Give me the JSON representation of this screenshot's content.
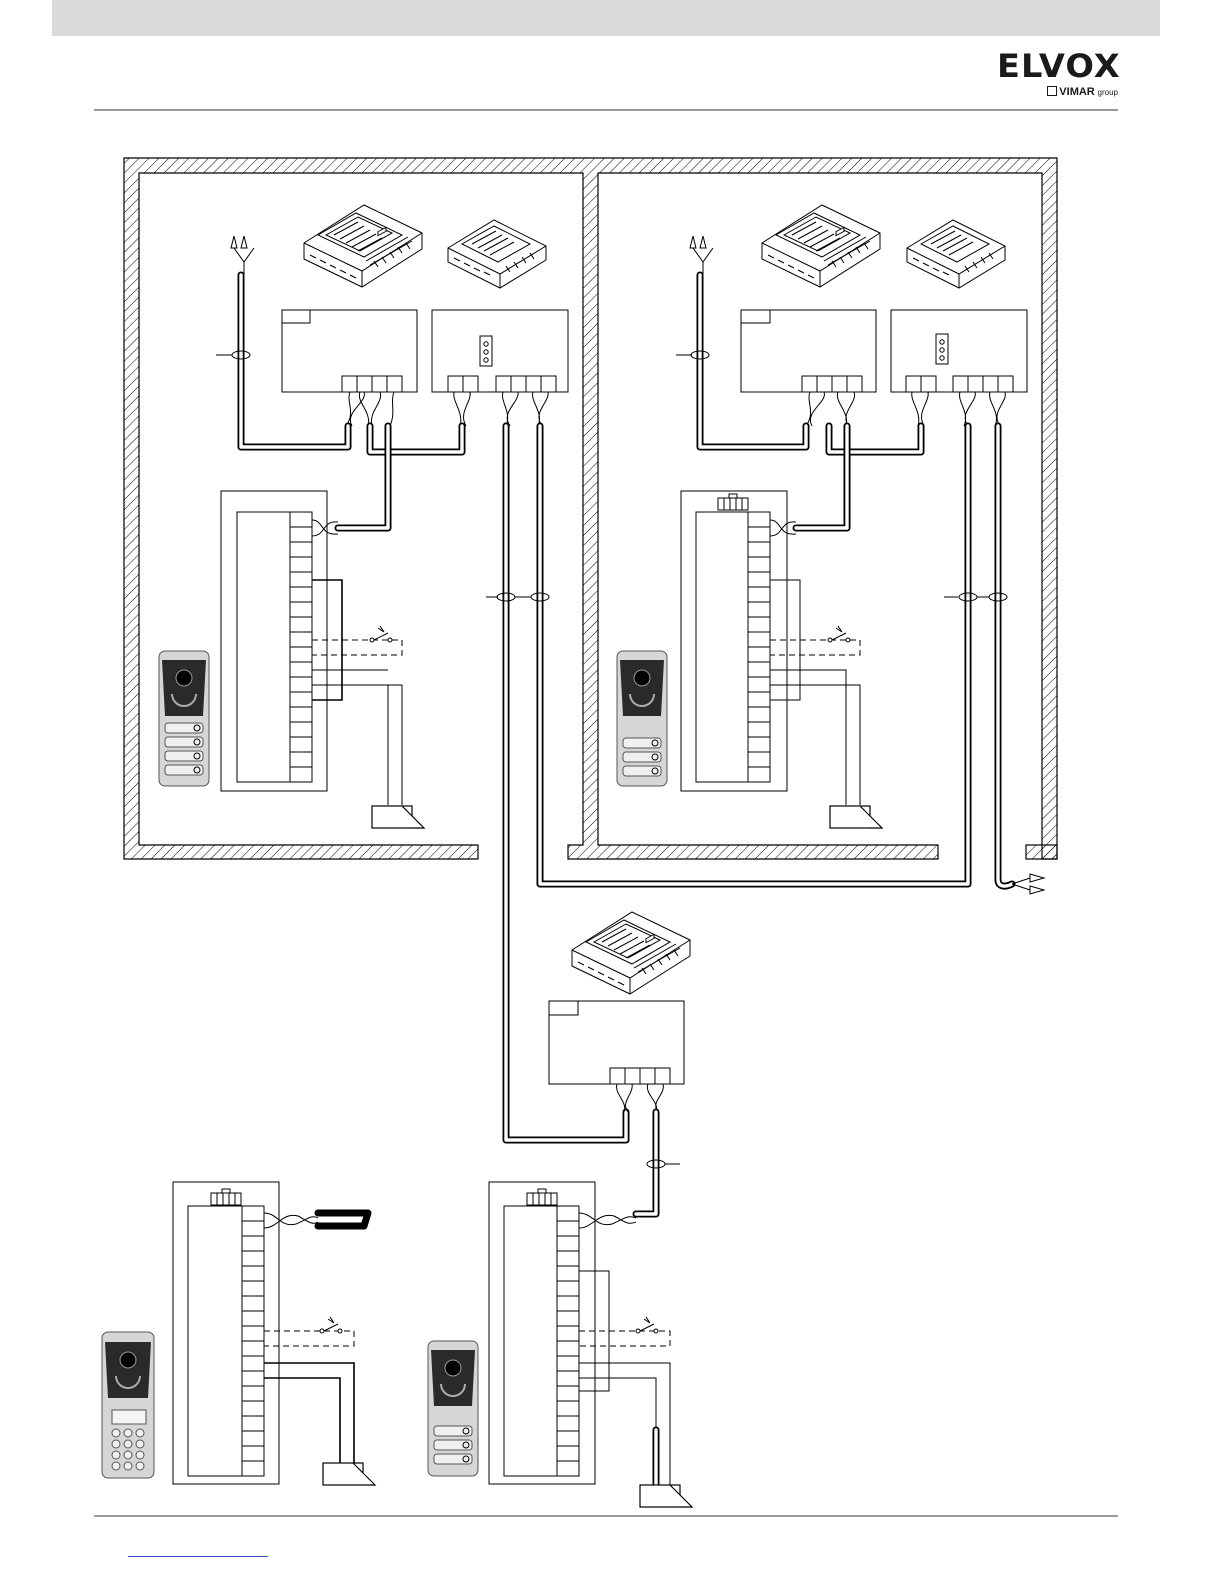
{
  "brand": {
    "name": "ELVOX",
    "group_name": "VIMAR",
    "group_suffix": "group"
  },
  "icons": {
    "brand_mark": "vimar-square-mark",
    "power_supply": "din-rail-power-supply",
    "video_mixer": "din-rail-video-mixer",
    "entrance_panel": "outdoor-entrance-panel",
    "lock": "electric-lock",
    "door_switch": "door-release-switch",
    "antenna_feed": "tv-antenna-arrows"
  },
  "colors": {
    "ink": "#000000",
    "hatch": "#000000",
    "header_bar": "#d9d9d9",
    "rule": "#9a9a9a",
    "footer_link": "#3d4fd1"
  }
}
